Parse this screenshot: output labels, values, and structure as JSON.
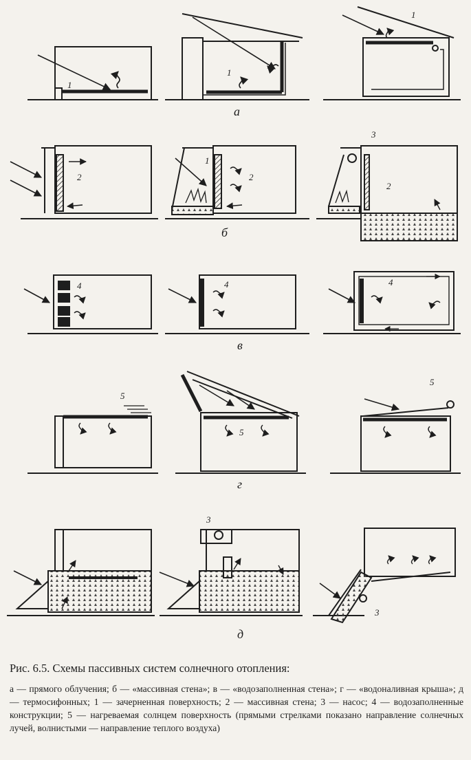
{
  "figure": {
    "row_labels": [
      "а",
      "б",
      "в",
      "г",
      "д"
    ],
    "numbers": [
      "1",
      "2",
      "3",
      "4",
      "5"
    ]
  },
  "caption": {
    "title": "Рис. 6.5. Схемы пассивных систем солнечного отопления:",
    "body": "а — прямого облучения; б — «массивная стена»; в — «водозаполненная стена»; г — «водоналивная крыша»; д — термосифонных; 1 — зачерненная поверхность; 2 — массивная стена; 3 — насос; 4 — водозаполненные конструкции; 5 — нагреваемая солнцем поверхность (прямыми стрелками показано направление солнечных лучей, волнистыми — направление теплого воздуха)"
  }
}
